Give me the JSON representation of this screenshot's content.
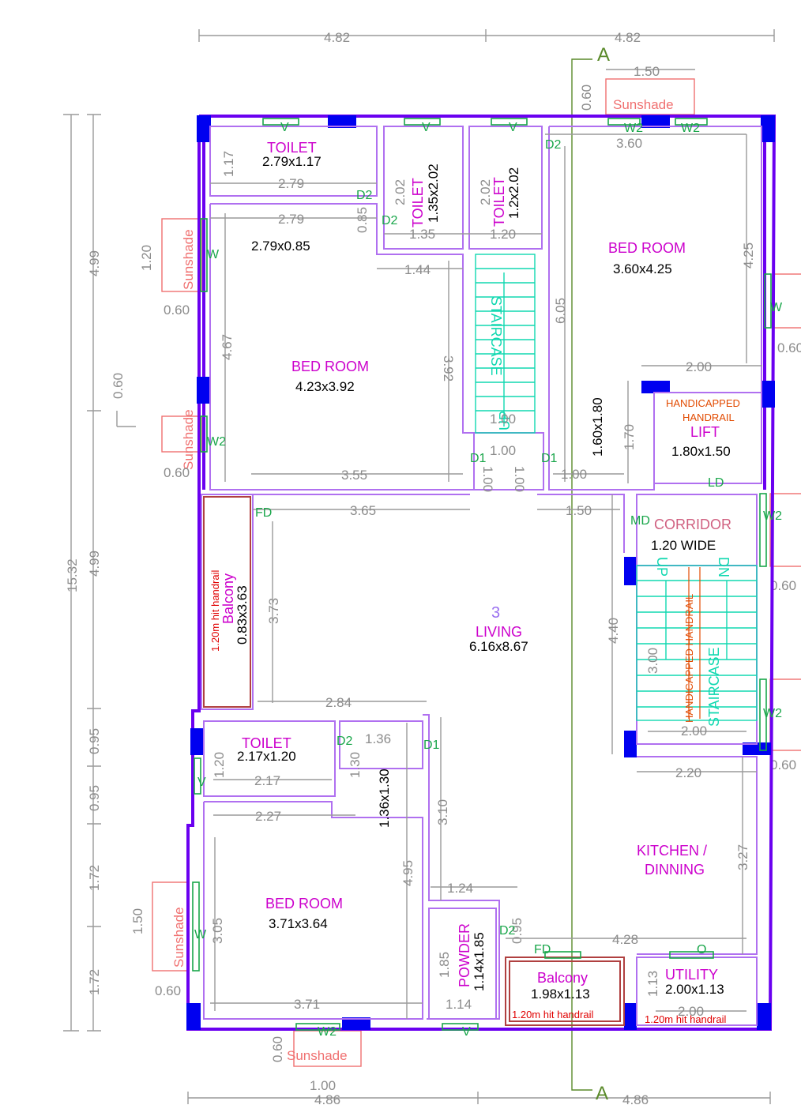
{
  "rooms": {
    "toilet1": {
      "name": "TOILET",
      "size": "2.79x1.17"
    },
    "toilet2": {
      "name": "TOILET",
      "size": "1.35x2.02"
    },
    "toilet3": {
      "name": "TOILET",
      "size": "1.2x2.02"
    },
    "passage": {
      "size": "2.79x0.85"
    },
    "bedroom_ne": {
      "name": "BED ROOM",
      "size": "3.60x4.25"
    },
    "bedroom_nw": {
      "name": "BED ROOM",
      "size": "4.23x3.92"
    },
    "lift": {
      "note1": "HANDICAPPED",
      "note2": "HANDRAIL",
      "name": "LIFT",
      "size": "1.80x1.50"
    },
    "lobby": {
      "size": "1.60x1.80"
    },
    "corridor": {
      "name": "CORRIDOR",
      "size": "1.20 WIDE"
    },
    "balcony_w": {
      "note": "1.20m hit handrail",
      "name": "Balcony",
      "size": "0.83x3.63"
    },
    "living": {
      "number": "3",
      "name": "LIVING",
      "size": "6.16x8.67"
    },
    "staircase_main": {
      "name": "STAIRCASE",
      "up": "UP",
      "dn": "DN",
      "rail": "HANDICAPPED HANDRAIL"
    },
    "staircase_n": {
      "name": "STAIRCASE",
      "up": "UP"
    },
    "toilet4": {
      "name": "TOILET",
      "size": "2.17x1.20"
    },
    "store": {
      "size": "1.36x1.30"
    },
    "bedroom_sw": {
      "name": "BED ROOM",
      "size": "3.71x3.64"
    },
    "powder": {
      "name": "POWDER",
      "size": "1.14x1.85"
    },
    "balcony_s": {
      "name": "Balcony",
      "size": "1.98x1.13",
      "note": "1.20m hit handrail"
    },
    "kitchen": {
      "name1": "KITCHEN /",
      "name2": "DINNING"
    },
    "utility": {
      "name": "UTILITY",
      "size": "2.00x1.13",
      "note": "1.20m hit handrail"
    }
  },
  "dims": {
    "top_left": "4.82",
    "top_right": "4.82",
    "bottom_left": "4.86",
    "bottom_right": "4.86",
    "overall": "15.32",
    "seg_top": "4.99",
    "seg_mid": "4.99",
    "seg_a": "0.95",
    "seg_b": "0.95",
    "seg_c": "1.72",
    "seg_d": "1.72",
    "seg_060": "0.60",
    "d150": "1.50",
    "d060": "0.60",
    "d360": "3.60",
    "d425": "4.25",
    "d117": "1.17",
    "d279": "2.79",
    "d202": "2.02",
    "d135": "1.35",
    "d120": "1.20",
    "d085": "0.85",
    "d144": "1.44",
    "d467": "4.67",
    "d392": "3.92",
    "d605": "6.05",
    "d200": "2.00",
    "d170": "1.70",
    "d100": "1.00",
    "d355": "3.55",
    "d365": "3.65",
    "d373": "3.73",
    "d440": "4.40",
    "d300": "3.00",
    "d284": "2.84",
    "d136": "1.36",
    "d130": "1.30",
    "d217": "2.17",
    "d227": "2.27",
    "d310": "3.10",
    "d495": "4.95",
    "d124": "1.24",
    "d305": "3.05",
    "d185": "1.85",
    "d095": "0.95",
    "d428": "4.28",
    "d327": "3.27",
    "d220": "2.20",
    "d113": "1.13",
    "d371": "3.71",
    "d114": "1.14"
  },
  "tags": {
    "v": "V",
    "w": "W",
    "w2": "W2",
    "d1": "D1",
    "d2": "D2",
    "fd": "FD",
    "md": "MD",
    "ld": "LD",
    "o": "O",
    "section": "A"
  },
  "sunshade": "Sunshade",
  "colors": {
    "outer_wall": "#6a00f0",
    "inner_wall": "#b070f0",
    "column": "#0000f0",
    "room_label": "#cc00cc",
    "stair": "#10d8b0",
    "sunshade": "#f07070",
    "section_line": "#5a8a2a"
  }
}
